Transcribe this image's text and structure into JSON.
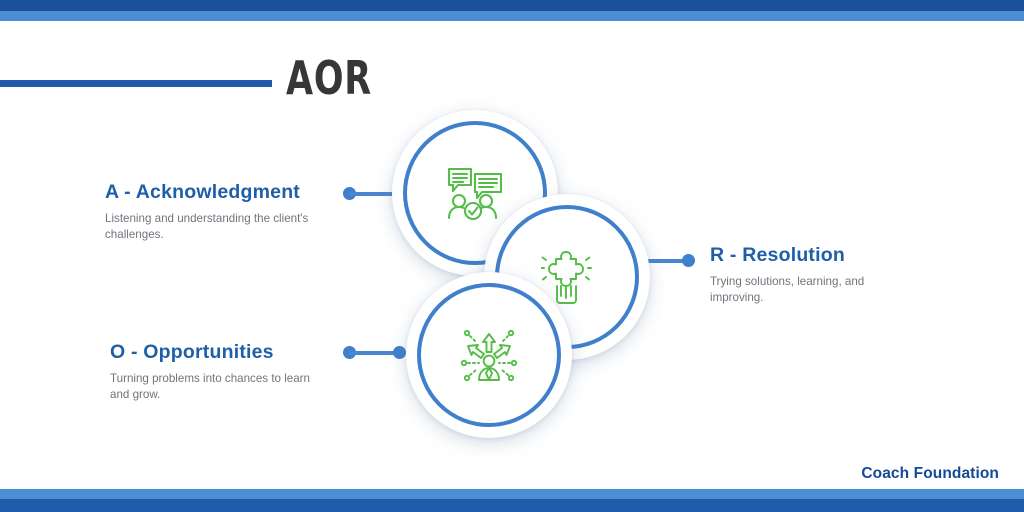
{
  "title": "AOR",
  "footer": {
    "brand": "Coach Foundation"
  },
  "colors": {
    "band_dark": "#1b5196",
    "band_light": "#4a8ed4",
    "heading_blue": "#1f5fa9",
    "body_gray": "#6f757d",
    "circle_blue": "#3f7fcb",
    "icon_green": "#54bd48",
    "title_dark": "#37373a",
    "footer_navy": "#134a94"
  },
  "items": [
    {
      "key": "acknowledgment",
      "heading": "A - Acknowledgment",
      "description": "Listening and understanding the client's challenges.",
      "icon": "people-speech-bubbles-check-icon"
    },
    {
      "key": "opportunities",
      "heading": "O - Opportunities",
      "description": "Turning problems into chances to learn and grow.",
      "icon": "person-arrows-network-icon"
    },
    {
      "key": "resolution",
      "heading": "R - Resolution",
      "description": "Trying solutions, learning, and improving.",
      "icon": "hand-puzzle-piece-icon"
    }
  ]
}
